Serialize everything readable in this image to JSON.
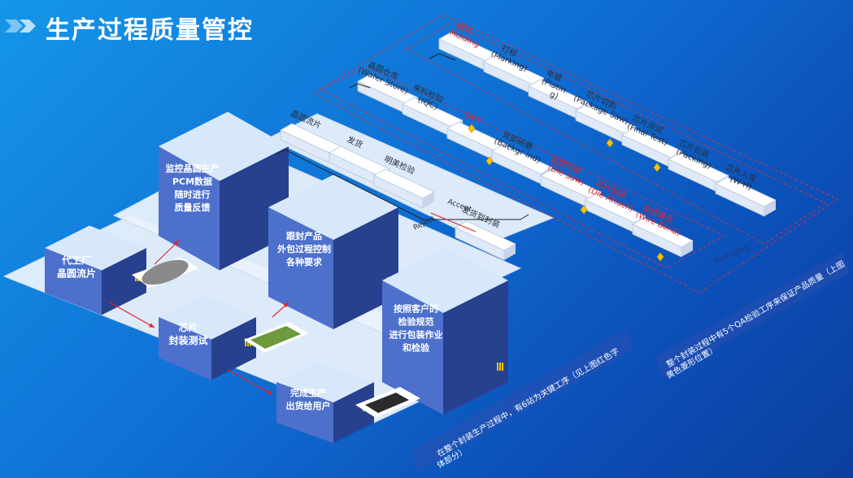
{
  "title": "生产过程质量管控",
  "colors": {
    "accent_red": "#e0242b",
    "box_top": "#d8e8fb",
    "box_side": "#27418e",
    "box_front": "#3b5fc0",
    "platform": "#e9f1fb"
  },
  "left_boxes": [
    {
      "lines": [
        "代工厂",
        "晶圆流片"
      ]
    },
    {
      "lines": [
        "监控晶圆生产",
        "PCM数据",
        "随时进行",
        "质量反馈"
      ]
    },
    {
      "lines": [
        "芯片",
        "封装测试"
      ]
    },
    {
      "lines": [
        "跟封产品",
        "外包过程控制",
        "各种要求"
      ]
    },
    {
      "lines": [
        "完成生产",
        "出货给用户"
      ]
    },
    {
      "lines": [
        "按照客户的",
        "检验规范",
        "进行包装作业",
        "和检验"
      ]
    }
  ],
  "flow_wafer": [
    {
      "lines": [
        "晶圆流片"
      ]
    },
    {
      "lines": [
        "发货"
      ]
    },
    {
      "lines": [
        "明美检验"
      ]
    },
    {
      "lines": [
        "发货到封装"
      ]
    }
  ],
  "flow_store": [
    {
      "lines": [
        "晶圆仓库",
        "(Wafer Store)"
      ]
    },
    {
      "lines": [
        "来料检验",
        "(IQC)"
      ]
    },
    {
      "lines": [
        "SMT"
      ]
    },
    {
      "lines": [
        "背部研磨",
        "(Backgr ind)"
      ]
    },
    {
      "lines": [
        "晶圆切割",
        "(Die Saw)"
      ]
    },
    {
      "lines": [
        "芯片贴装",
        "(Die Attach)"
      ]
    },
    {
      "lines": [
        "金线键合",
        "(Wire Bond)"
      ]
    }
  ],
  "flow_package": [
    {
      "lines": [
        "塑封",
        "Molding"
      ]
    },
    {
      "lines": [
        "打标",
        "(Marking)"
      ]
    },
    {
      "lines": [
        "电镀",
        "(Platin",
        "g)"
      ]
    },
    {
      "lines": [
        "芯片切割",
        "(Package Saw)"
      ]
    },
    {
      "lines": [
        "芯片测试",
        "(Final Test)"
      ]
    },
    {
      "lines": [
        "芯片包装",
        "(Packing)"
      ]
    },
    {
      "lines": [
        "芯片入库",
        "(W-H)"
      ]
    }
  ],
  "labels": {
    "accept": "Accept",
    "reject": "Reject",
    "packaging": "Packaging"
  },
  "notes": {
    "note1": "在整个封装生产过程中，有6站为关键工序（见上图红色字体部分）",
    "note2": "整个封装过程中有5个QA检验工序来保证产品质量（上图黄色菱形位置）"
  }
}
